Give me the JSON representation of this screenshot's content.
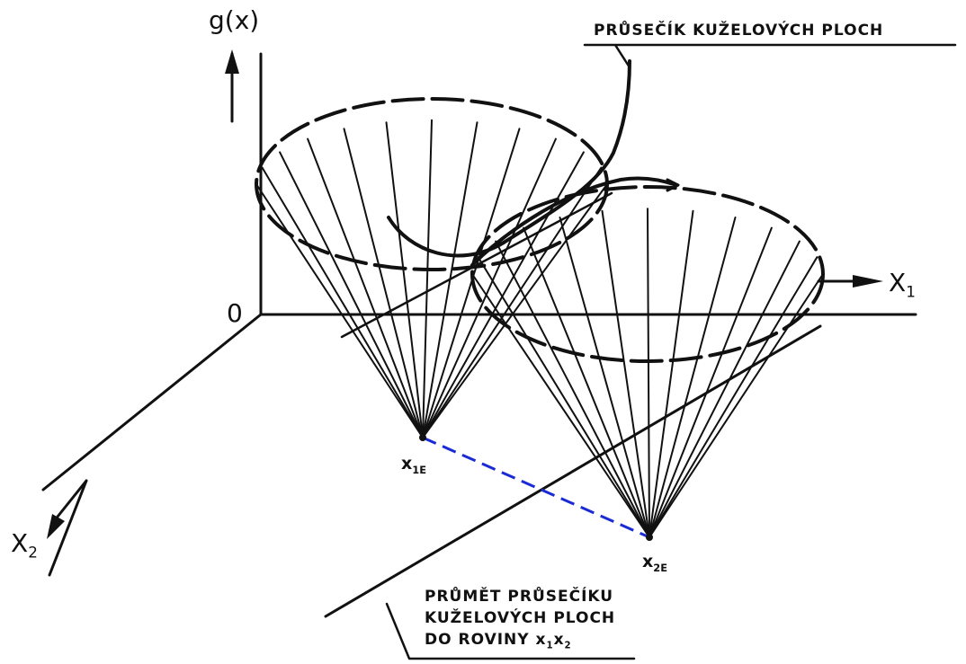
{
  "labels": {
    "axis_y": "g(x)",
    "axis_x1": "X",
    "axis_x1_sub": "1",
    "axis_x2": "X",
    "axis_x2_sub": "2",
    "origin": "0",
    "point_1": "x",
    "point_1_sub": "1E",
    "point_2": "x",
    "point_2_sub": "2E",
    "top_note": "PRŮSEČÍK KUŽELOVÝCH PLOCH",
    "bottom_note_line1": "PRŮMĚT PRŮSEČÍKU",
    "bottom_note_line2": "KUŽELOVÝCH PLOCH",
    "bottom_note_line3_a": "DO ROVINY x",
    "bottom_note_line3_sub1": "1",
    "bottom_note_line3_b": "x",
    "bottom_note_line3_sub2": "2"
  },
  "colors": {
    "ink": "#111111",
    "projection_line": "#1a2bd6"
  },
  "icons": [
    "arrow-up-icon",
    "arrow-right-icon",
    "arrow-down-left-icon"
  ]
}
